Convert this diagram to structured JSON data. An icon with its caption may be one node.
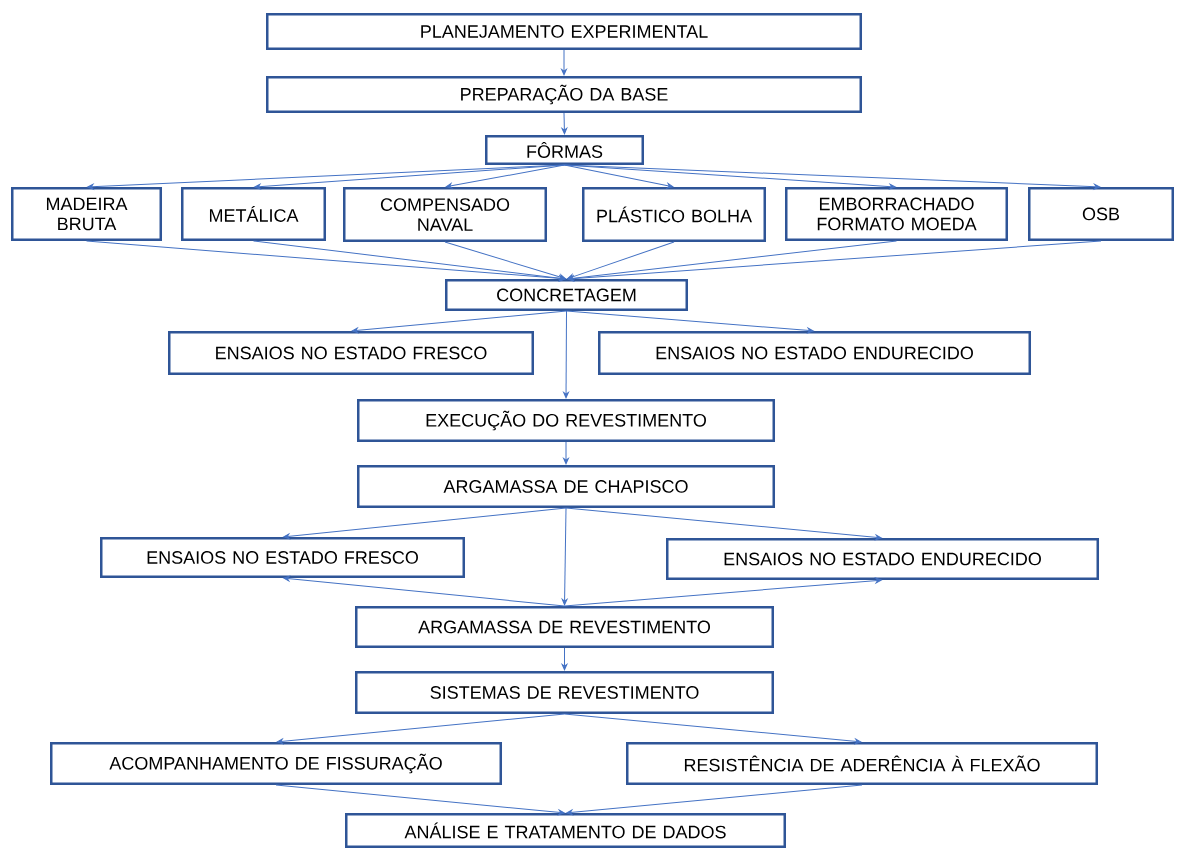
{
  "diagram": {
    "nodes": [
      {
        "text": [
          "PLANEJAMENTO EXPERIMENTAL"
        ]
      },
      {
        "text": [
          "PREPARAÇÃO DA BASE"
        ]
      },
      {
        "text": [
          "FÔRMAS"
        ]
      },
      {
        "text": [
          "MADEIRA BRUTA"
        ]
      },
      {
        "text": [
          "METÁLICA"
        ]
      },
      {
        "text": [
          "COMPENSADO NAVAL"
        ]
      },
      {
        "text": [
          "PLÁSTICO BOLHA"
        ]
      },
      {
        "text": [
          "EMBORRACHADO FORMATO MOEDA"
        ]
      },
      {
        "text": [
          "OSB"
        ]
      },
      {
        "text": [
          "CONCRETAGEM"
        ]
      },
      {
        "text": [
          "ENSAIOS NO ESTADO FRESCO"
        ]
      },
      {
        "text": [
          "ENSAIOS NO ESTADO ENDURECIDO"
        ]
      },
      {
        "text": [
          "EXECUÇÃO DO REVESTIMENTO"
        ]
      },
      {
        "text": [
          "ARGAMASSA DE CHAPISCO"
        ]
      },
      {
        "text": [
          "ENSAIOS NO ESTADO FRESCO"
        ]
      },
      {
        "text": [
          "ENSAIOS NO ESTADO ENDURECIDO"
        ]
      },
      {
        "text": [
          "ARGAMASSA DE REVESTIMENTO"
        ]
      },
      {
        "text": [
          "SISTEMAS DE REVESTIMENTO"
        ]
      },
      {
        "text": [
          "ACOMPANHAMENTO DE FISSURAÇÃO"
        ]
      },
      {
        "text": [
          "RESISTÊNCIA DE ADERÊNCIA À FLEXÃO"
        ]
      },
      {
        "text": [
          "ANÁLISE E TRATAMENTO DE DADOS"
        ]
      }
    ],
    "edges": [
      {
        "from": 0,
        "to": 1,
        "arrow": "to"
      },
      {
        "from": 1,
        "to": 2,
        "arrow": "to"
      },
      {
        "from": 2,
        "to": 3,
        "arrow": "to"
      },
      {
        "from": 2,
        "to": 4,
        "arrow": "to"
      },
      {
        "from": 2,
        "to": 5,
        "arrow": "to"
      },
      {
        "from": 2,
        "to": 6,
        "arrow": "to"
      },
      {
        "from": 2,
        "to": 7,
        "arrow": "to"
      },
      {
        "from": 2,
        "to": 8,
        "arrow": "to"
      },
      {
        "from": 3,
        "to": 9,
        "arrow": "to"
      },
      {
        "from": 4,
        "to": 9,
        "arrow": "to"
      },
      {
        "from": 5,
        "to": 9,
        "arrow": "to"
      },
      {
        "from": 6,
        "to": 9,
        "arrow": "to"
      },
      {
        "from": 7,
        "to": 9,
        "arrow": "to"
      },
      {
        "from": 8,
        "to": 9,
        "arrow": "to"
      },
      {
        "from": 9,
        "to": 10,
        "arrow": "to"
      },
      {
        "from": 9,
        "to": 11,
        "arrow": "to"
      },
      {
        "from": 9,
        "to": 12,
        "arrow": "to"
      },
      {
        "from": 12,
        "to": 13,
        "arrow": "to"
      },
      {
        "from": 13,
        "to": 14,
        "arrow": "to"
      },
      {
        "from": 13,
        "to": 15,
        "arrow": "to"
      },
      {
        "from": 13,
        "to": 16,
        "arrow": "to"
      },
      {
        "from": 16,
        "to": 14,
        "arrow": "to"
      },
      {
        "from": 16,
        "to": 15,
        "arrow": "to"
      },
      {
        "from": 16,
        "to": 17,
        "arrow": "to"
      },
      {
        "from": 17,
        "to": 18,
        "arrow": "to"
      },
      {
        "from": 17,
        "to": 19,
        "arrow": "to"
      },
      {
        "from": 18,
        "to": 20,
        "arrow": "to"
      },
      {
        "from": 19,
        "to": 20,
        "arrow": "to"
      }
    ]
  }
}
